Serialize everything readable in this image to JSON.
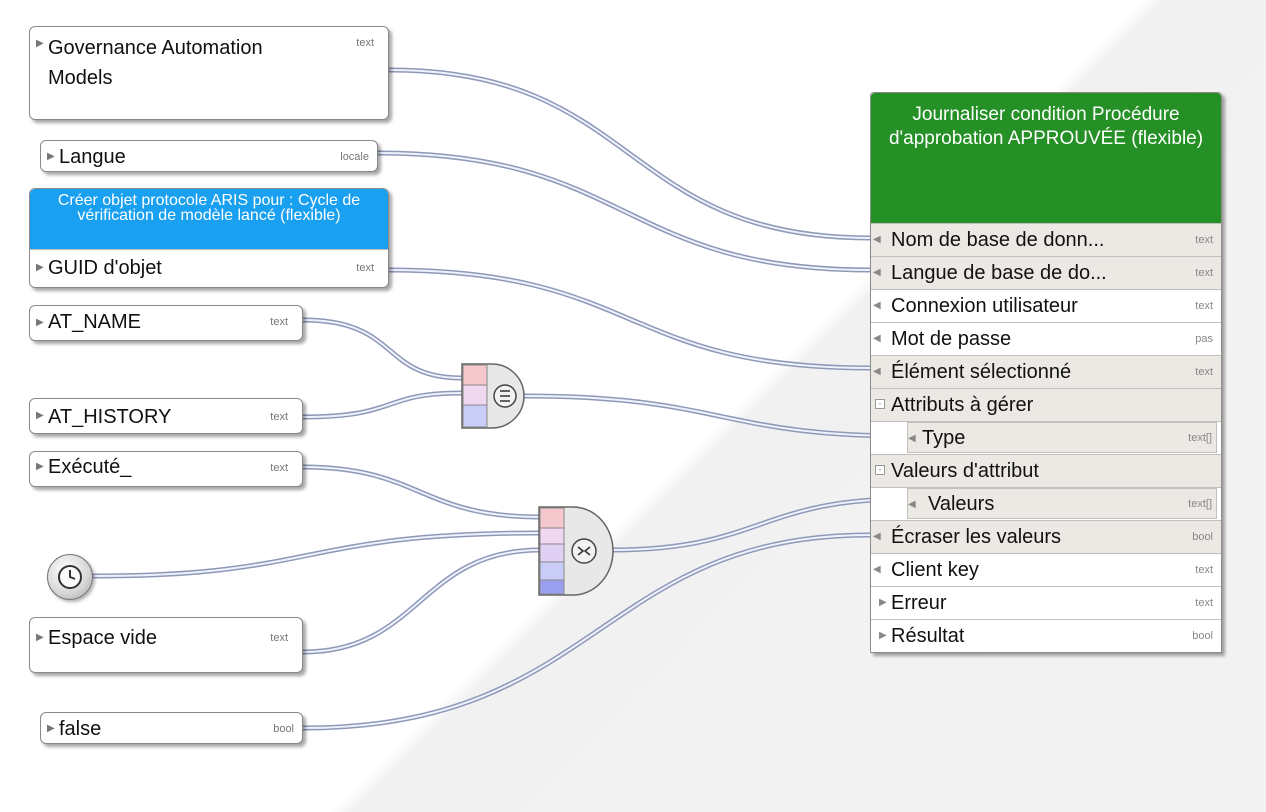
{
  "inputs": {
    "governance": {
      "label": "Governance Automation\nModels",
      "type": "text"
    },
    "langue": {
      "label": "Langue",
      "type": "locale"
    },
    "creer_objet": {
      "header": "Créer objet protocole ARIS pour : Cycle de vérification de modèle lancé (flexible)",
      "label": "GUID d'objet",
      "type": "text"
    },
    "at_name": {
      "label": "AT_NAME",
      "type": "text"
    },
    "at_history": {
      "label": "AT_HISTORY",
      "type": "text"
    },
    "execute": {
      "label": "Exécuté_",
      "type": "text"
    },
    "espace_vide": {
      "label": "Espace vide",
      "type": "text"
    },
    "false_val": {
      "label": "false",
      "type": "bool"
    }
  },
  "block": {
    "title": "Journaliser condition Procédure d'approbation APPROUVÉE (flexible)",
    "rows": [
      {
        "label": "Nom de base de donn...",
        "type": "text"
      },
      {
        "label": "Langue de base de do...",
        "type": "text"
      },
      {
        "label": "Connexion utilisateur",
        "type": "text"
      },
      {
        "label": "Mot de passe",
        "type": "pas"
      },
      {
        "label": "Élément sélectionné",
        "type": "text"
      },
      {
        "label": "Attributs à gérer",
        "type": ""
      },
      {
        "label": "Type",
        "type": "text[]"
      },
      {
        "label": "Valeurs d'attribut",
        "type": ""
      },
      {
        "label": "Valeurs",
        "type": "text[]"
      },
      {
        "label": "Écraser les valeurs",
        "type": "bool"
      },
      {
        "label": "Client key",
        "type": "text"
      },
      {
        "label": "Erreur",
        "type": "text"
      },
      {
        "label": "Résultat",
        "type": "bool"
      }
    ]
  }
}
